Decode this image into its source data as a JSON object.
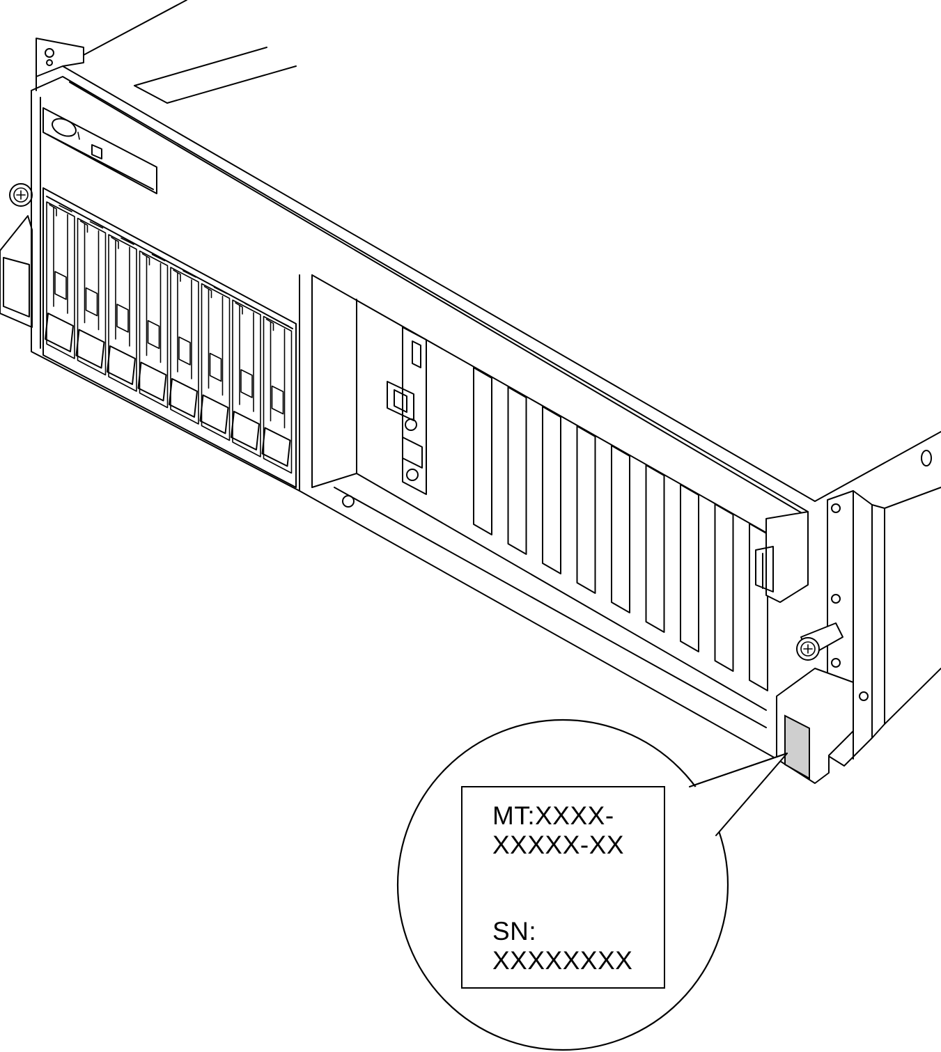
{
  "label": {
    "mt_line1": "MT:XXXX-",
    "mt_line2": "XXXXX-XX",
    "sn_line1": "SN:",
    "sn_line2": "XXXXXXXX",
    "highlight_color": "#cfcfcf"
  },
  "icons": {
    "callout": "magnifier-callout-circle",
    "screw": "thumbscrew-icon"
  }
}
